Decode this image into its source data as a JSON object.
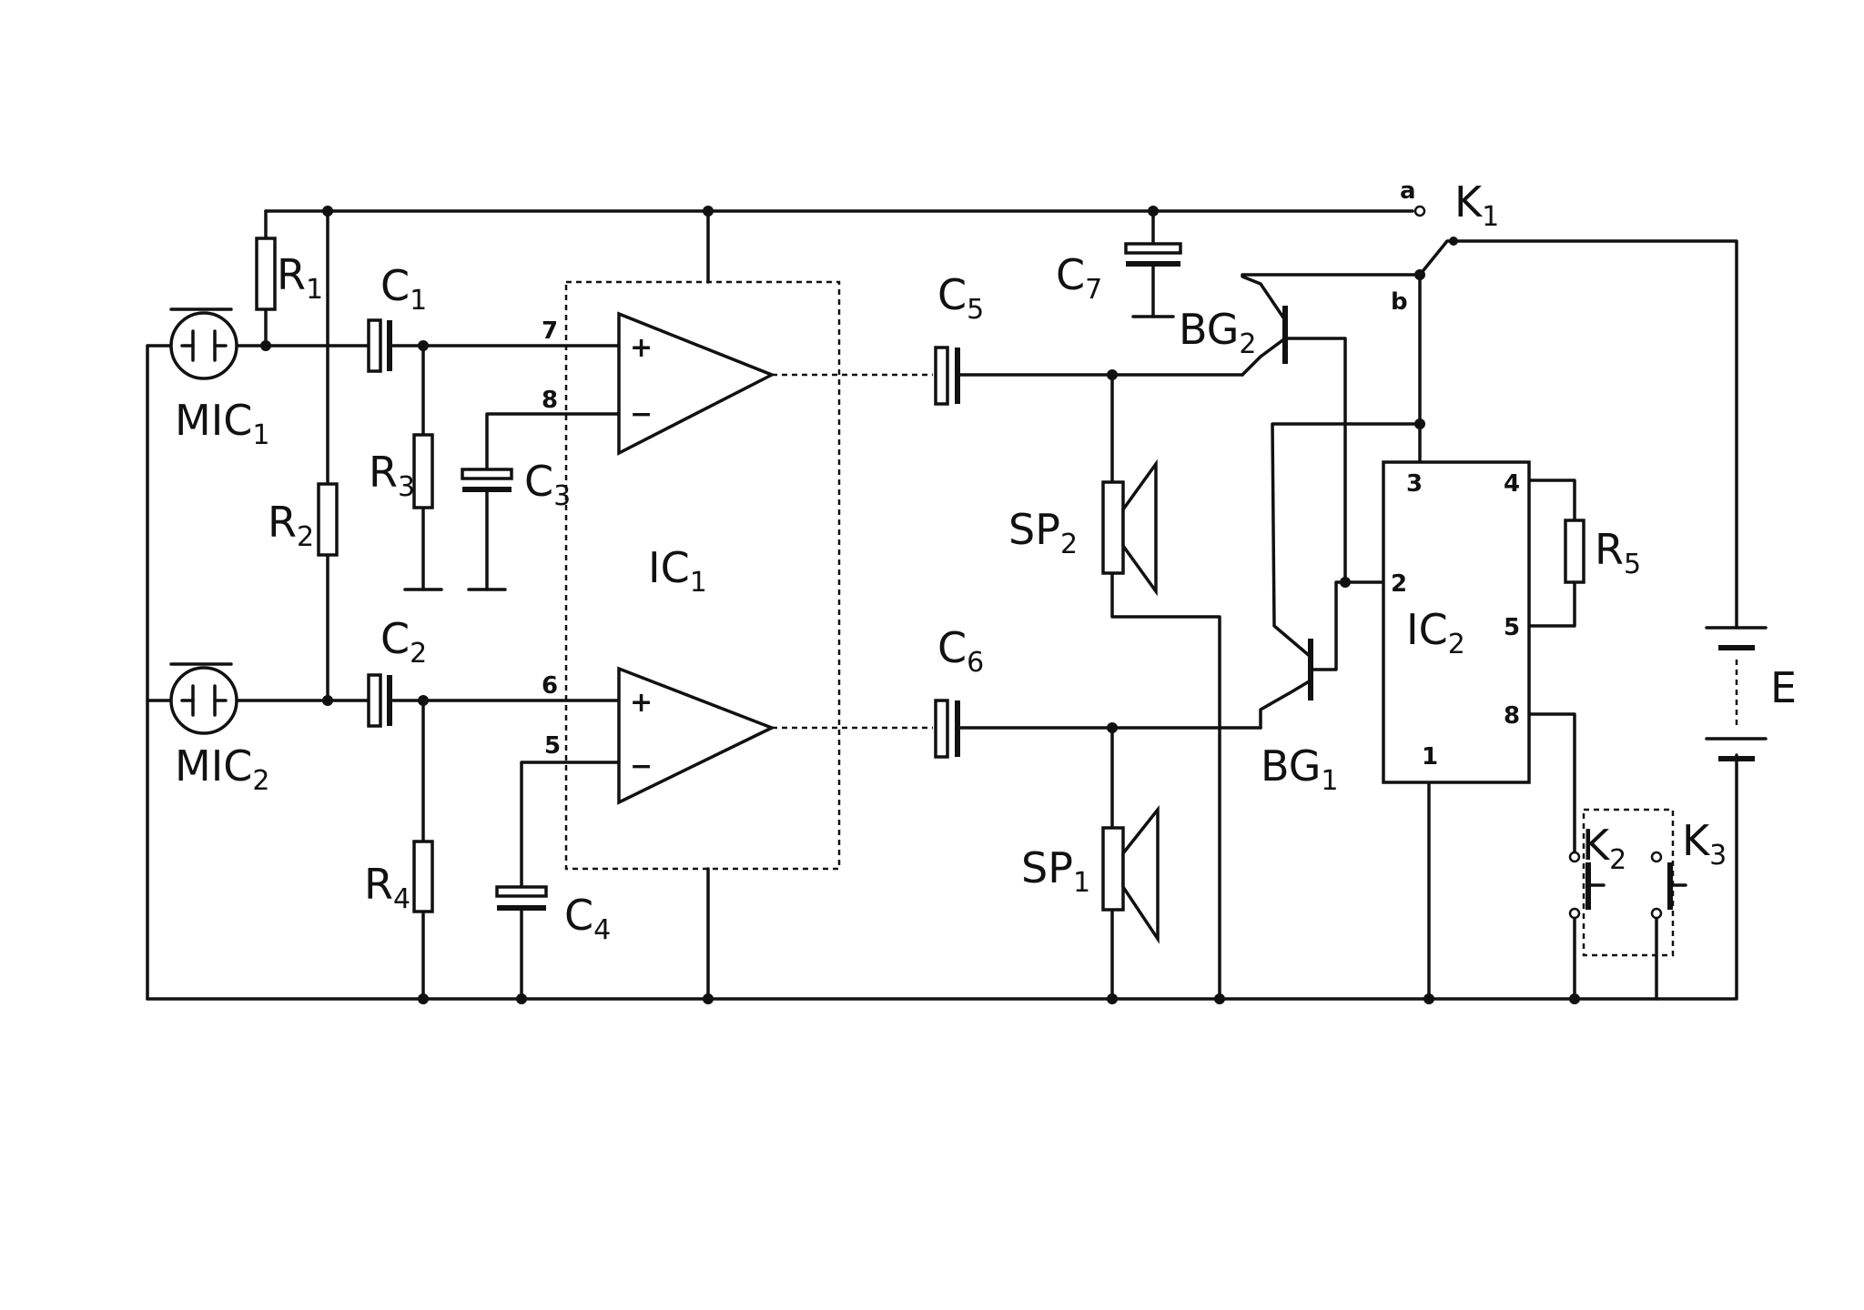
{
  "labels": {
    "R1": {
      "main": "R",
      "sub": "1"
    },
    "R2": {
      "main": "R",
      "sub": "2"
    },
    "R3": {
      "main": "R",
      "sub": "3"
    },
    "R4": {
      "main": "R",
      "sub": "4"
    },
    "R5": {
      "main": "R",
      "sub": "5"
    },
    "C1": {
      "main": "C",
      "sub": "1"
    },
    "C2": {
      "main": "C",
      "sub": "2"
    },
    "C3": {
      "main": "C",
      "sub": "3"
    },
    "C4": {
      "main": "C",
      "sub": "4"
    },
    "C5": {
      "main": "C",
      "sub": "5"
    },
    "C6": {
      "main": "C",
      "sub": "6"
    },
    "C7": {
      "main": "C",
      "sub": "7"
    },
    "MIC1": {
      "main": "MIC",
      "sub": "1"
    },
    "MIC2": {
      "main": "MIC",
      "sub": "2"
    },
    "IC1": {
      "main": "IC",
      "sub": "1"
    },
    "IC2": {
      "main": "IC",
      "sub": "2"
    },
    "SP1": {
      "main": "SP",
      "sub": "1"
    },
    "SP2": {
      "main": "SP",
      "sub": "2"
    },
    "BG1": {
      "main": "BG",
      "sub": "1"
    },
    "BG2": {
      "main": "BG",
      "sub": "2"
    },
    "K1": {
      "main": "K",
      "sub": "1"
    },
    "K2": {
      "main": "K",
      "sub": "2"
    },
    "K3": {
      "main": "K",
      "sub": "3"
    },
    "E": "E",
    "switch_a": "a",
    "switch_b": "b"
  },
  "ic1_pins": {
    "p7": "7",
    "p8": "8",
    "p6": "6",
    "p5": "5"
  },
  "ic2_pins": {
    "p3": "3",
    "p4": "4",
    "p2": "2",
    "p5": "5",
    "p8": "8",
    "p1": "1"
  },
  "opamp_signs": {
    "plus": "+",
    "minus": "−"
  }
}
